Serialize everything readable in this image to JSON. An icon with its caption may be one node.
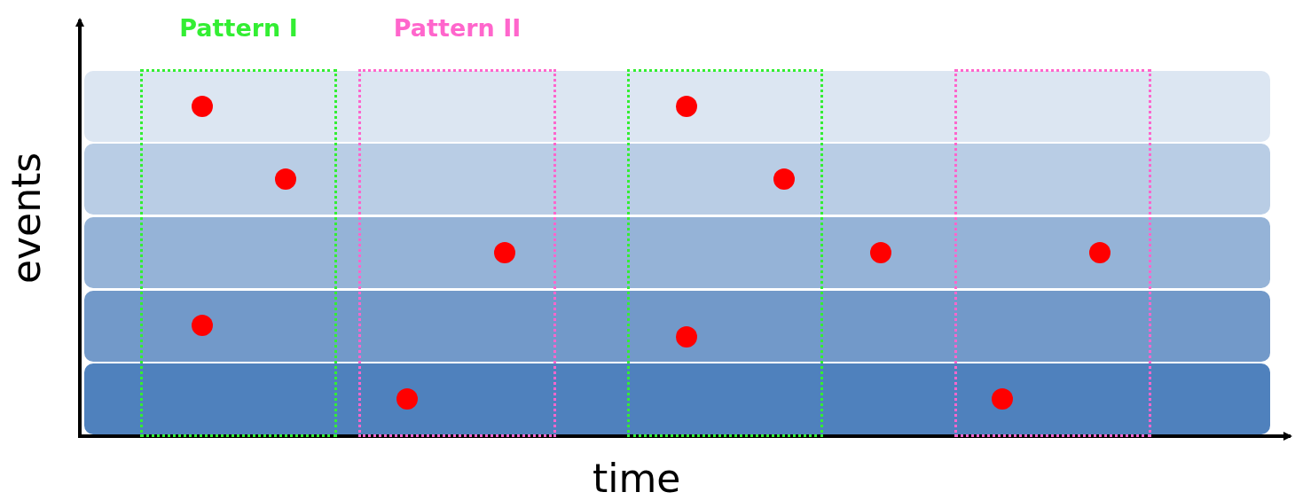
{
  "diagram": {
    "nodes": [
      {
        "text": [
          "Pattern I"
        ]
      },
      {
        "text": [
          "Pattern II"
        ]
      },
      {
        "text": [],
        "shape": "box"
      },
      {
        "text": [],
        "shape": "box"
      }
    ],
    "labels": [
      "events",
      "time"
    ]
  }
}
